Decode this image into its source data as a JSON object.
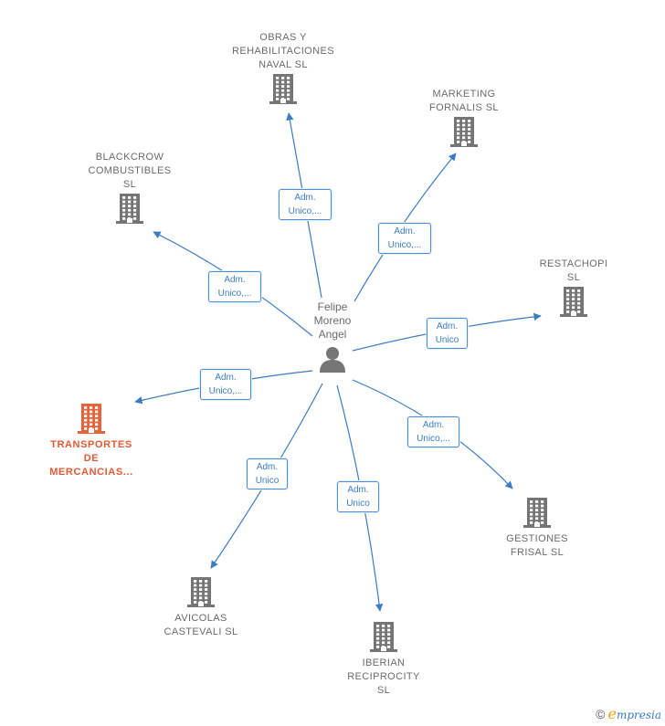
{
  "person": {
    "name": "Felipe\nMoreno\nAngel",
    "icon": "person-icon"
  },
  "companies": [
    {
      "id": "obras",
      "label": "OBRAS Y\nREHABILITACIONES\nNAVAL SL",
      "role": "Adm.\nUnico,...",
      "highlight": false
    },
    {
      "id": "marketing",
      "label": "MARKETING\nFORNALIS SL",
      "role": "Adm.\nUnico,...",
      "highlight": false
    },
    {
      "id": "blackcrow",
      "label": "BLACKCROW\nCOMBUSTIBLES\nSL",
      "role": "Adm.\nUnico,...",
      "highlight": false
    },
    {
      "id": "restachopi",
      "label": "RESTACHOPI\nSL",
      "role": "Adm.\nUnico",
      "highlight": false
    },
    {
      "id": "transportes",
      "label": "TRANSPORTES\nDE\nMERCANCIAS...",
      "role": "Adm.\nUnico,...",
      "highlight": true
    },
    {
      "id": "gestiones",
      "label": "GESTIONES\nFRISAL SL",
      "role": "Adm.\nUnico,...",
      "highlight": false
    },
    {
      "id": "avicolas",
      "label": "AVICOLAS\nCASTEVALI SL",
      "role": "Adm.\nUnico",
      "highlight": false
    },
    {
      "id": "iberian",
      "label": "IBERIAN\nRECIPROCITY\nSL",
      "role": "Adm.\nUnico",
      "highlight": false
    }
  ],
  "colors": {
    "edge": "#3b7cc4",
    "building": "#757575",
    "highlight": "#e8623a"
  },
  "brand": {
    "copyright": "©",
    "first_letter": "e",
    "rest": "mpresia"
  }
}
